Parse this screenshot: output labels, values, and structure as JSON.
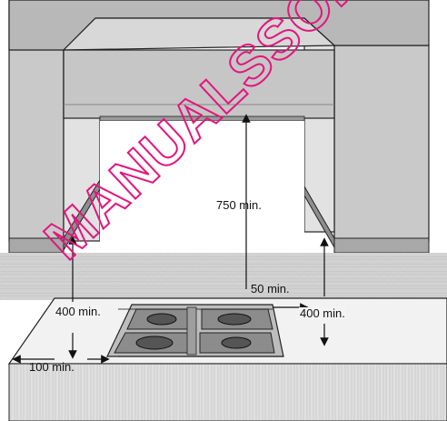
{
  "dimensions": {
    "hood_height": "750 min.",
    "left_side_height": "400 min.",
    "right_side_height": "400 min.",
    "side_clearance": "50 min.",
    "rear_clearance": "100 min."
  },
  "watermark": "MANUALSSON.COM",
  "colors": {
    "cabinet_front": "#c9c9c9",
    "cabinet_side": "#a9a9a9",
    "wall": "#f4f4f4",
    "worktop": "#cfcfcf",
    "watermark": "#e4157e"
  }
}
